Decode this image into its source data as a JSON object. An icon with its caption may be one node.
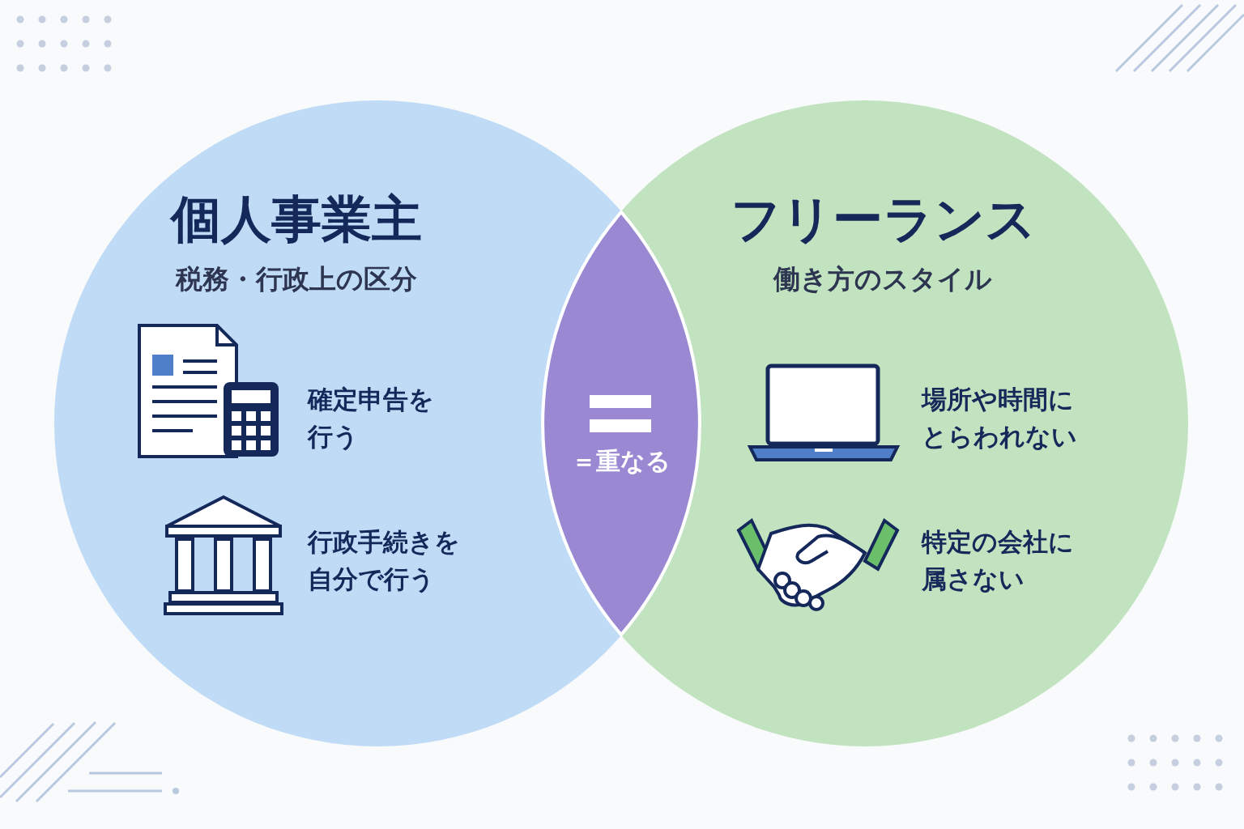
{
  "diagram": {
    "nodes": [
      {
        "text": [
          "個人事業主",
          "税務・行政上の区分"
        ]
      },
      {
        "text": [
          "フリーランス",
          "働き方のスタイル"
        ]
      },
      {
        "text": [
          "＝重なる"
        ]
      }
    ],
    "labels": [
      "確定申告を行う",
      "行政手続きを自分で行う",
      "場所や時間にとらわれない",
      "特定の会社に属さない"
    ]
  }
}
